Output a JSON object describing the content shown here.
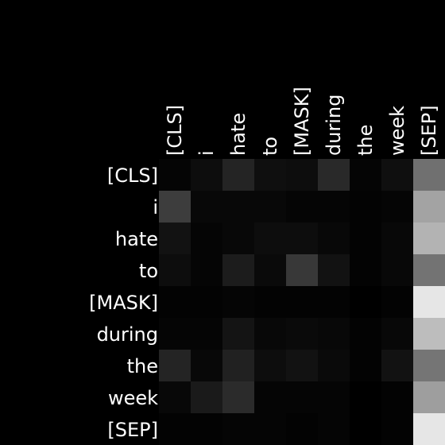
{
  "chart_data": {
    "type": "heatmap",
    "title": "",
    "xlabel": "",
    "ylabel": "",
    "x_tokens": [
      "[CLS]",
      "i",
      "hate",
      "to",
      "[MASK]",
      "during",
      "the",
      "week",
      "[SEP]"
    ],
    "y_tokens": [
      "[CLS]",
      "i",
      "hate",
      "to",
      "[MASK]",
      "during",
      "the",
      "week",
      "[SEP]"
    ],
    "colormap": "grayscale",
    "vmin": 0,
    "vmax": 1,
    "values": [
      [
        0.02,
        0.05,
        0.14,
        0.06,
        0.05,
        0.16,
        0.02,
        0.06,
        0.44
      ],
      [
        0.24,
        0.03,
        0.03,
        0.03,
        0.02,
        0.02,
        0.01,
        0.02,
        0.64
      ],
      [
        0.07,
        0.02,
        0.03,
        0.05,
        0.05,
        0.03,
        0.01,
        0.03,
        0.7
      ],
      [
        0.05,
        0.02,
        0.11,
        0.04,
        0.22,
        0.07,
        0.01,
        0.03,
        0.45
      ],
      [
        0.01,
        0.01,
        0.02,
        0.01,
        0.01,
        0.01,
        0.0,
        0.01,
        0.9
      ],
      [
        0.02,
        0.02,
        0.08,
        0.03,
        0.04,
        0.03,
        0.01,
        0.03,
        0.74
      ],
      [
        0.14,
        0.03,
        0.13,
        0.05,
        0.07,
        0.04,
        0.01,
        0.07,
        0.46
      ],
      [
        0.03,
        0.1,
        0.17,
        0.02,
        0.02,
        0.02,
        0.0,
        0.01,
        0.62
      ],
      [
        0.01,
        0.01,
        0.02,
        0.02,
        0.01,
        0.02,
        0.0,
        0.01,
        0.9
      ]
    ]
  }
}
